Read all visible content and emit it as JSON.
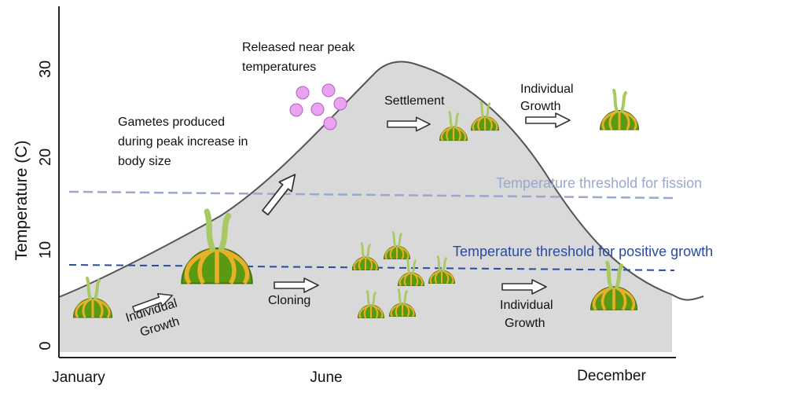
{
  "axis": {
    "ylabel": "Temperature (C)",
    "yticks": [
      "0",
      "10",
      "20",
      "30"
    ],
    "xticks": [
      "January",
      "June",
      "December"
    ]
  },
  "thresholds": {
    "fission": {
      "label": "Temperature threshold for fission",
      "color": "#9aa8cf",
      "temperature": 16
    },
    "growth": {
      "label": "Temperature threshold for positive growth",
      "color": "#2a4ba0",
      "temperature": 9
    }
  },
  "annotations": {
    "released": [
      "Released near peak",
      "temperatures"
    ],
    "gametes": [
      "Gametes produced",
      "during peak increase in",
      "body size"
    ],
    "settlement": "Settlement",
    "growth_top": [
      "Individual",
      "Growth"
    ],
    "growth_left": [
      "Individual",
      "Growth"
    ],
    "cloning": "Cloning",
    "growth_bottom": [
      "Individual",
      "Growth"
    ]
  },
  "colors": {
    "area_fill": "#d9d9d9",
    "curve": "#555555",
    "animal_body": "#5a9a12",
    "animal_stripe": "#e8b028",
    "gamete": "#e9a3f0"
  },
  "icons": [
    "animal-icon",
    "gamete-icon",
    "arrow-icon"
  ]
}
